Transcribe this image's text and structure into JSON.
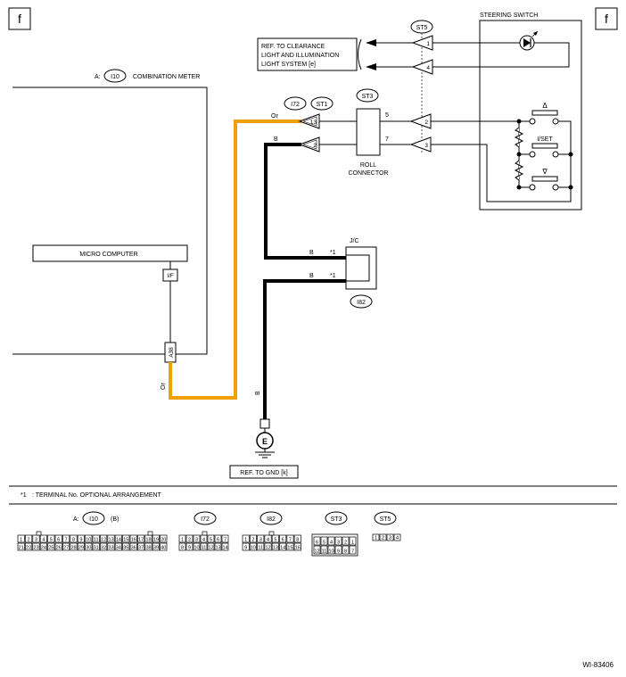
{
  "page_marks": {
    "left": "f",
    "right": "f"
  },
  "combination_meter": {
    "prefix": "A:",
    "connector": "I10",
    "label": "COMBINATION METER"
  },
  "micro_computer": {
    "label": "MICRO COMPUTER"
  },
  "interface": {
    "label": "I/F"
  },
  "terminal_a38": {
    "label": "A38"
  },
  "wires": {
    "orange_color": "Or",
    "black_color": "B",
    "orange_hex": "#f0a000",
    "black_hex": "#000000"
  },
  "connectors": {
    "i72": "I72",
    "st1": "ST1",
    "st3": "ST3",
    "st5": "ST5",
    "i82": "I82",
    "jc": "J/C"
  },
  "pins": {
    "st1_a": "13",
    "st1_b": "2",
    "st3_a": "5",
    "st3_b": "7",
    "st5_1": "1",
    "st5_4": "4",
    "st5_2": "2",
    "st5_3": "3",
    "jc_mark": "*1"
  },
  "roll_connector": {
    "line1": "ROLL",
    "line2": "CONNECTOR"
  },
  "steering_switch": {
    "title": "STEERING SWITCH",
    "up": "Δ",
    "set": "I/SET",
    "down": "∇"
  },
  "ref_clearance": {
    "line1": "REF. TO CLEARANCE",
    "line2": "LIGHT AND ILLUMINATION",
    "line3": "LIGHT SYSTEM [e]"
  },
  "ground": {
    "symbol": "E",
    "ref": "REF. TO GND [k]"
  },
  "footnote": {
    "mark": "*1",
    "text": ": TERMINAL No. OPTIONAL ARRANGEMENT"
  },
  "connector_views": {
    "i10": {
      "prefix": "A:",
      "name": "I10",
      "suffix": "(B)",
      "row1": [
        "1",
        "2",
        "3",
        "4",
        "5",
        "6",
        "7",
        "8",
        "9",
        "10",
        "11",
        "12",
        "13",
        "14",
        "15",
        "16",
        "17",
        "18",
        "19",
        "20"
      ],
      "row2": [
        "21",
        "22",
        "23",
        "24",
        "25",
        "26",
        "27",
        "28",
        "29",
        "30",
        "31",
        "32",
        "33",
        "34",
        "35",
        "36",
        "37",
        "38",
        "39",
        "40"
      ]
    },
    "i72": {
      "name": "I72",
      "row1": [
        "1",
        "2",
        "3",
        "4",
        "5",
        "6",
        "7"
      ],
      "row2": [
        "8",
        "9",
        "10",
        "11",
        "12",
        "13",
        "14"
      ]
    },
    "i82": {
      "name": "I82",
      "row1": [
        "1",
        "2",
        "3",
        "4",
        "5",
        "6",
        "7",
        "8"
      ],
      "row2": [
        "9",
        "10",
        "11",
        "12",
        "13",
        "14",
        "15",
        "16"
      ]
    },
    "st3": {
      "name": "ST3",
      "row1": [
        "6",
        "5",
        "4",
        "3",
        "2",
        "1"
      ],
      "row2": [
        "12",
        "11",
        "10",
        "9",
        "8",
        "7"
      ]
    },
    "st5": {
      "name": "ST5",
      "row1": [
        "1",
        "2",
        "3",
        "4"
      ]
    }
  },
  "diagram_code": "WI-83406"
}
